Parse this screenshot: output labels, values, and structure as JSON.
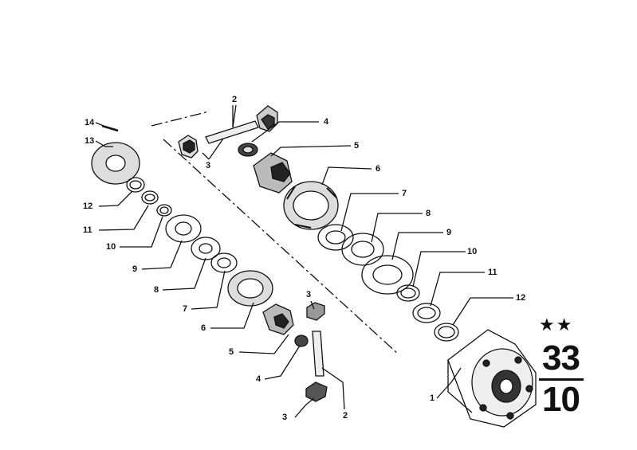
{
  "callouts": {
    "upper": [
      "2",
      "3",
      "4",
      "5",
      "6",
      "7",
      "8",
      "9",
      "10",
      "11",
      "12"
    ],
    "lower": [
      "1",
      "2",
      "3",
      "3",
      "4",
      "5",
      "6",
      "7",
      "8",
      "9",
      "10",
      "11",
      "12",
      "13",
      "14"
    ]
  },
  "catalog": {
    "stars": "★★",
    "group": "33",
    "subgroup": "10"
  },
  "colors": {
    "ink": "#111111",
    "background": "#ffffff"
  }
}
